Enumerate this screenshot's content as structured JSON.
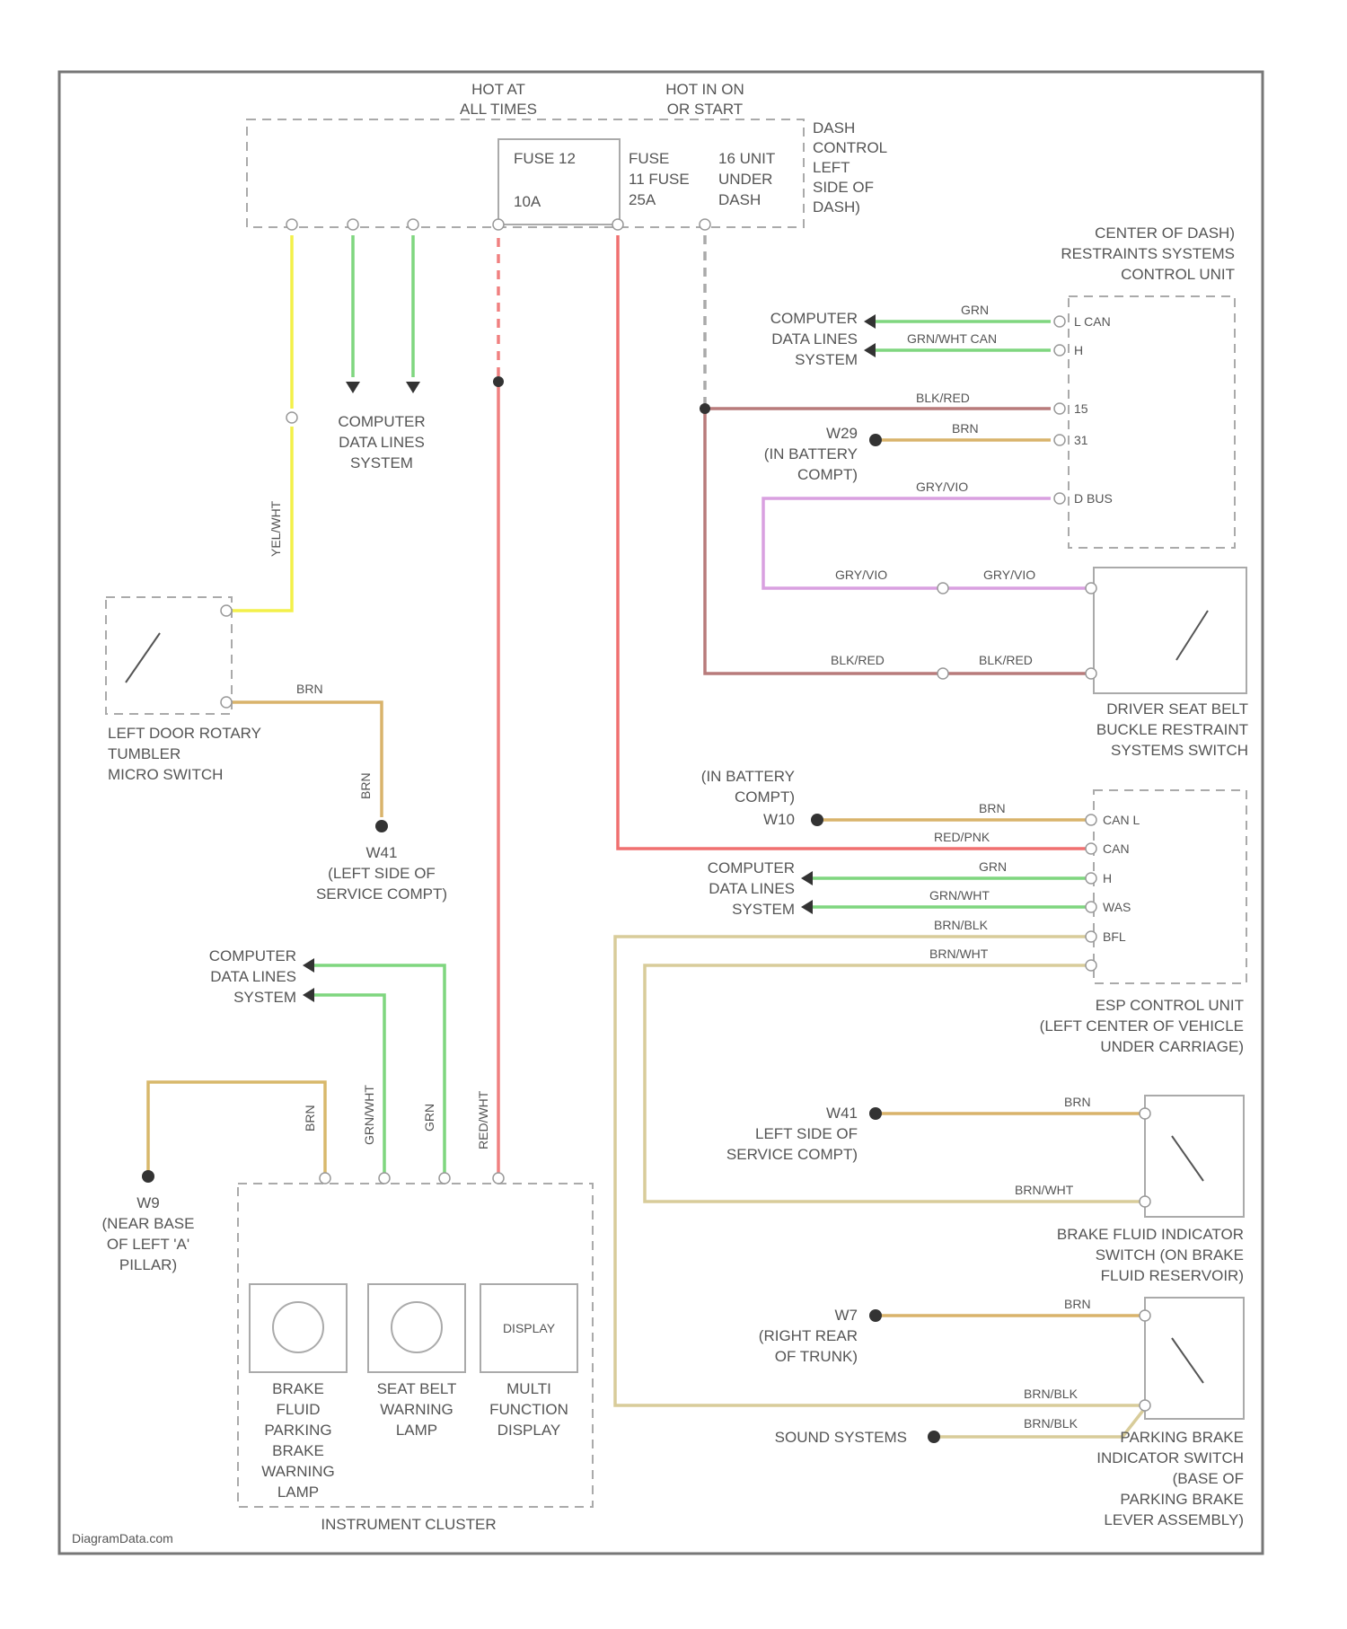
{
  "power": {
    "hot_at_all_times": [
      "HOT AT",
      "ALL TIMES"
    ],
    "hot_in_on": [
      "HOT IN ON",
      "OR START"
    ],
    "fuse12": "FUSE 12",
    "fuse12_amp": "10A",
    "fuse11": [
      "FUSE",
      "11 FUSE",
      "25A"
    ],
    "fuse_unit": [
      "16 UNIT",
      "UNDER",
      "DASH"
    ],
    "dash_control": [
      "DASH",
      "CONTROL",
      "LEFT",
      "SIDE OF",
      "DASH)"
    ]
  },
  "computer_data": [
    "COMPUTER",
    "DATA LINES",
    "SYSTEM"
  ],
  "restraints": {
    "title": [
      "CENTER OF DASH)",
      "RESTRAINTS SYSTEMS",
      "CONTROL UNIT"
    ],
    "wires": [
      "GRN",
      "GRN/WHT CAN",
      "BLK/RED",
      "BRN",
      "GRY/VIO"
    ],
    "pins": [
      "L CAN",
      "H",
      "15",
      "31",
      "D BUS"
    ],
    "ground": [
      "W29",
      "(IN BATTERY",
      "COMPT)"
    ]
  },
  "seat_belt_switch": {
    "wires": [
      "GRY/VIO",
      "BLK/RED"
    ],
    "label": [
      "DRIVER SEAT BELT",
      "BUCKLE RESTRAINT",
      "SYSTEMS SWITCH"
    ]
  },
  "door_switch": {
    "label": [
      "LEFT DOOR ROTARY",
      "TUMBLER",
      "MICRO SWITCH"
    ],
    "wires": [
      "YEL/WHT",
      "BRN",
      "BRN"
    ],
    "ground": [
      "W41",
      "(LEFT SIDE OF",
      "SERVICE COMPT)"
    ]
  },
  "esp": {
    "ground": [
      "(IN BATTERY",
      "COMPT)",
      "W10"
    ],
    "wires": [
      "BRN",
      "RED/PNK",
      "GRN",
      "GRN/WHT",
      "BRN/BLK",
      "BRN/WHT"
    ],
    "pins": [
      "CAN L",
      "CAN",
      "H",
      "WAS",
      "BFL"
    ],
    "label": [
      "ESP CONTROL UNIT",
      "(LEFT CENTER OF VEHICLE",
      "UNDER CARRIAGE)"
    ]
  },
  "brake_fluid": {
    "ground": [
      "W41",
      "LEFT SIDE OF",
      "SERVICE COMPT)"
    ],
    "wires": [
      "BRN",
      "BRN/WHT"
    ],
    "label": [
      "BRAKE FLUID INDICATOR",
      "SWITCH (ON BRAKE",
      "FLUID RESERVOIR)"
    ]
  },
  "parking_brake": {
    "ground": [
      "W7",
      "(RIGHT REAR",
      "OF TRUNK)"
    ],
    "wires": [
      "BRN",
      "BRN/BLK",
      "BRN/BLK"
    ],
    "sound": "SOUND SYSTEMS",
    "label": [
      "PARKING BRAKE",
      "INDICATOR SWITCH",
      "(BASE OF",
      "PARKING BRAKE",
      "LEVER ASSEMBLY)"
    ]
  },
  "cluster": {
    "ground": [
      "W9",
      "(NEAR BASE",
      "OF LEFT 'A'",
      "PILLAR)"
    ],
    "wires": [
      "BRN",
      "GRN/WHT",
      "GRN",
      "RED/WHT"
    ],
    "display": "DISPLAY",
    "lamp1": [
      "BRAKE",
      "FLUID",
      "PARKING",
      "BRAKE",
      "WARNING",
      "LAMP"
    ],
    "lamp2": [
      "SEAT BELT",
      "WARNING",
      "LAMP"
    ],
    "mfd": [
      "MULTI",
      "FUNCTION",
      "DISPLAY"
    ],
    "title": "INSTRUMENT CLUSTER"
  },
  "footer": "DiagramData.com"
}
